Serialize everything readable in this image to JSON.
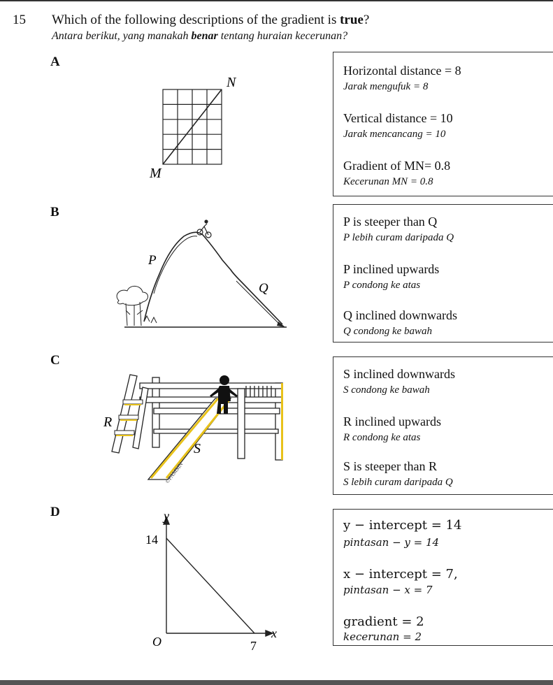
{
  "question": {
    "number": "15",
    "text_pre": "Which of the following descriptions of the gradient is ",
    "text_bold": "true",
    "text_post": "?",
    "sub_pre": "Antara berikut, yang manakah ",
    "sub_bold": "benar",
    "sub_post": " tentang huraian kecerunan?"
  },
  "options": {
    "A": {
      "label": "A",
      "figure": {
        "top_label": "N",
        "bottom_label": "M"
      },
      "lines": [
        {
          "en": "Horizontal distance = 8",
          "ms": "Jarak mengufuk = 8"
        },
        {
          "en": "Vertical distance = 10",
          "ms": "Jarak mencancang = 10"
        },
        {
          "en": "Gradient of MN= 0.8",
          "ms": "Kecerunan MN = 0.8"
        }
      ]
    },
    "B": {
      "label": "B",
      "figure": {
        "p_label": "P",
        "q_label": "Q"
      },
      "lines": [
        {
          "en": "P is steeper than Q",
          "ms": "P lebih curam daripada Q"
        },
        {
          "en": "P inclined upwards",
          "ms": "P condong ke atas"
        },
        {
          "en": "Q inclined downwards",
          "ms": "Q condong ke bawah"
        }
      ]
    },
    "C": {
      "label": "C",
      "figure": {
        "r_label": "R",
        "s_label": "S",
        "watermark": "©FAMMN"
      },
      "lines": [
        {
          "en": "S inclined downwards",
          "ms": "S condong ke bawah"
        },
        {
          "en": "R inclined upwards",
          "ms": "R condong ke atas"
        },
        {
          "en": "S is steeper than R",
          "ms": "S lebih curam daripada Q"
        }
      ]
    },
    "D": {
      "label": "D",
      "figure": {
        "y_axis": "y",
        "x_axis": "x",
        "origin": "O",
        "y_tick": "14",
        "x_tick": "7"
      },
      "lines": [
        {
          "en": "y − intercept = 14",
          "ms": "pintasan − y = 14"
        },
        {
          "en": "x − intercept = 7,",
          "ms": "pintasan − x = 7"
        },
        {
          "en": "gradient  = 2",
          "ms": "kecerunan = 2"
        }
      ]
    }
  },
  "colors": {
    "ink": "#111111",
    "slide_yellow": "#e8c21a",
    "grid": "#222222"
  }
}
